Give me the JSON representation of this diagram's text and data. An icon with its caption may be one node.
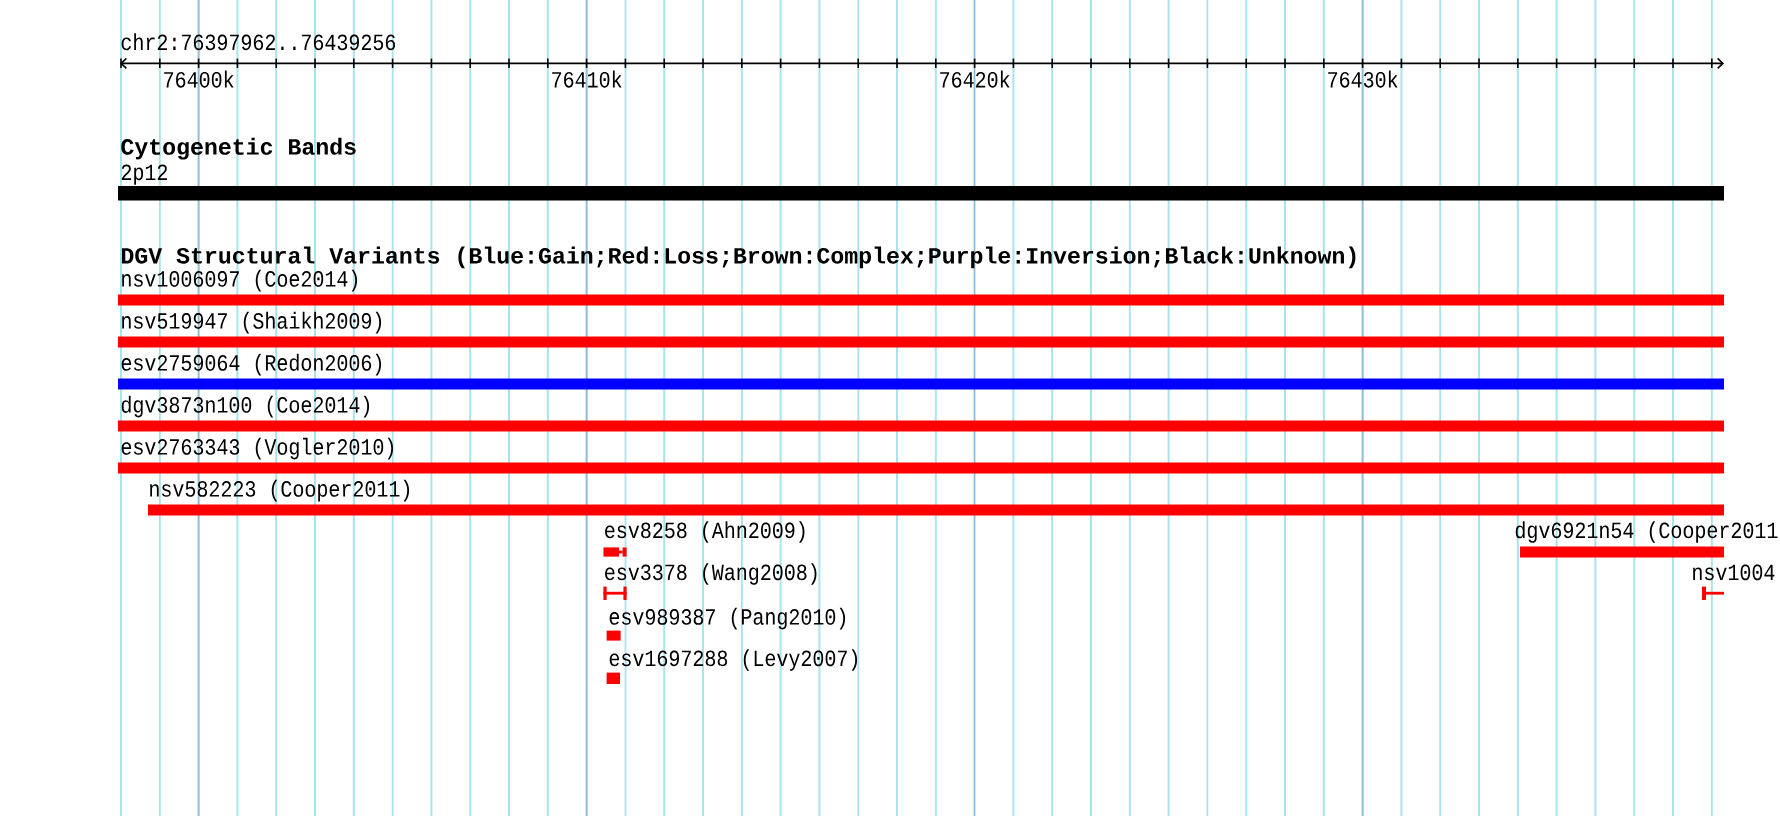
{
  "diagram": {
    "nodes": [
      {
        "text": [
          "2p12"
        ]
      },
      {
        "text": [
          "nsv1006097 (Coe2014)"
        ]
      },
      {
        "text": [
          "nsv519947 (Shaikh2009)"
        ]
      },
      {
        "text": [
          "esv2759064 (Redon2006)"
        ]
      },
      {
        "text": [
          "dgv3873n100 (Coe2014)"
        ]
      },
      {
        "text": [
          "esv2763343 (Vogler2010)"
        ]
      },
      {
        "text": [
          "nsv582223 (Cooper2011)"
        ]
      },
      {
        "text": [
          "esv8258 (Ahn2009)"
        ]
      },
      {
        "text": [
          "dgv6921n54 (Cooper2011"
        ]
      },
      {
        "text": [
          "esv3378 (Wang2008)"
        ]
      },
      {
        "text": [
          "nsv1004"
        ]
      },
      {
        "text": [
          "esv989387 (Pang2010)"
        ]
      },
      {
        "text": [
          "esv1697288 (Levy2007)"
        ]
      }
    ],
    "labels": [
      "chr2:76397962..76439256",
      "76400k",
      "76410k",
      "76420k",
      "76430k",
      "Cytogenetic Bands",
      "DGV Structural Variants (Blue:Gain;Red:Loss;Brown:Complex;Purple:Inversion;Black:Unknown)"
    ]
  }
}
